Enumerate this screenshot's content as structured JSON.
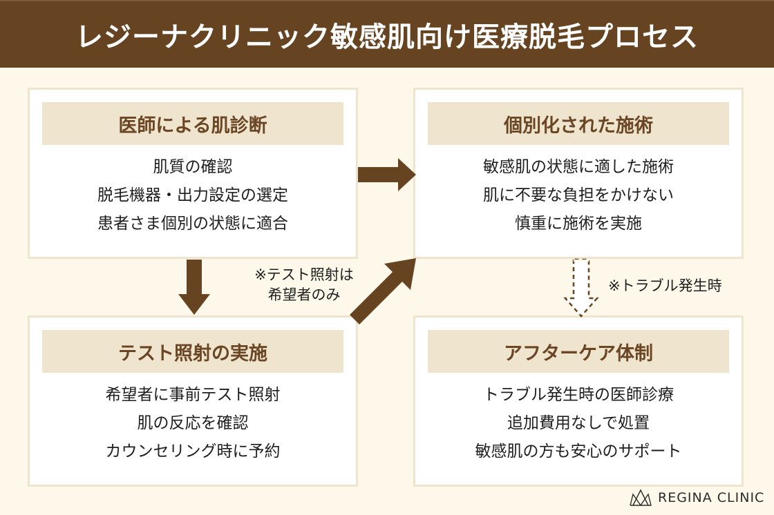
{
  "title": "レジーナクリニック敏感肌向け医療脱毛プロセス",
  "boxes": [
    {
      "heading": "医師による肌診断",
      "lines": [
        "肌質の確認",
        "脱毛機器・出力設定の選定",
        "患者さま個別の状態に適合"
      ]
    },
    {
      "heading": "個別化された施術",
      "lines": [
        "敏感肌の状態に適した施術",
        "肌に不要な負担をかけない",
        "慎重に施術を実施"
      ]
    },
    {
      "heading": "テスト照射の実施",
      "lines": [
        "希望者に事前テスト照射",
        "肌の反応を確認",
        "カウンセリング時に予約"
      ]
    },
    {
      "heading": "アフターケア体制",
      "lines": [
        "トラブル発生時の医師診療",
        "追加費用なしで処置",
        "敏感肌の方も安心のサポート"
      ]
    }
  ],
  "notes": {
    "test_optional": [
      "※テスト照射は",
      "希望者のみ"
    ],
    "on_trouble": "※トラブル発生時"
  },
  "logo": {
    "icon": "crown-icon",
    "text": "REGINA CLINIC"
  },
  "colors": {
    "brand_brown": "#674421",
    "header_band": "#efe5ce",
    "background": "#fdf8e9"
  }
}
